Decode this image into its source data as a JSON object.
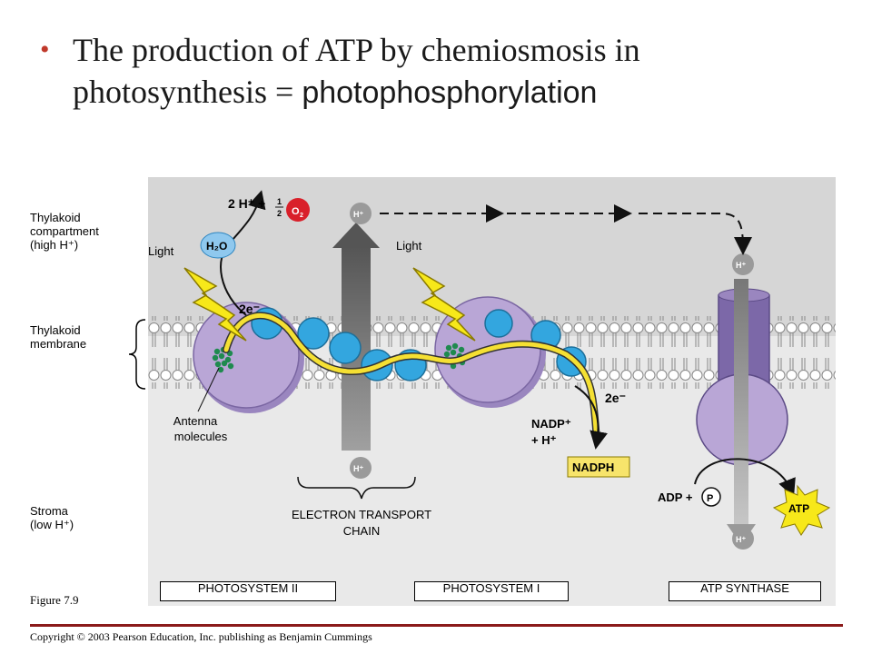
{
  "slide": {
    "title_line1": "The production of ATP by chemiosmosis in",
    "title_line2_a": "photosynthesis = ",
    "title_line2_b": "photophosphorylation",
    "figure": "Figure 7.9",
    "copyright": "Copyright © 2003 Pearson Education, Inc. publishing as Benjamin Cummings"
  },
  "labels": {
    "thylakoid_compartment": [
      "Thylakoid",
      "compartment",
      "(high H⁺)"
    ],
    "thylakoid_membrane": [
      "Thylakoid",
      "membrane"
    ],
    "stroma": [
      "Stroma",
      "(low H⁺)"
    ],
    "light_1": "Light",
    "light_2": "Light",
    "antenna": [
      "Antenna",
      "molecules"
    ],
    "etc": [
      "ELECTRON TRANSPORT",
      "CHAIN"
    ],
    "two_h_left": "2 H⁺ +",
    "half_num": "1",
    "half_den": "2",
    "o2": "O",
    "o2_sub": "2",
    "h2o": "H₂O",
    "two_e_1": "2e⁻",
    "two_e_2": "2e⁻",
    "h_plus": "H⁺",
    "nadp_line1": "NADP⁺",
    "nadp_line2": "+ H⁺",
    "nadph": "NADPH",
    "adp_p": "ADP +",
    "p": "P",
    "atp": "ATP",
    "photosystem_ii": "PHOTOSYSTEM II",
    "photosystem_i": "PHOTOSYSTEM I",
    "atp_synthase": "ATP SYNTHASE"
  },
  "colors": {
    "panel_top": "#d6d6d6",
    "panel_bottom": "#e9e9e9",
    "photosystem": "#b9a6d6",
    "carrier": "#33a6df",
    "electron_path": "#f5e033",
    "lightning": "#f7e81a",
    "o2_red": "#d9202a",
    "atp_burst": "#f7e81a",
    "nadph_box": "#f7e46b"
  }
}
